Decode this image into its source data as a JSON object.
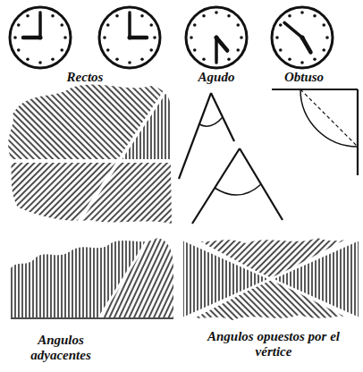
{
  "diagram": {
    "labels": [
      "Rectos",
      "Agudo",
      "Obtuso",
      "Angulos adyacentes",
      "Angulos opuestos por el vértice"
    ]
  }
}
